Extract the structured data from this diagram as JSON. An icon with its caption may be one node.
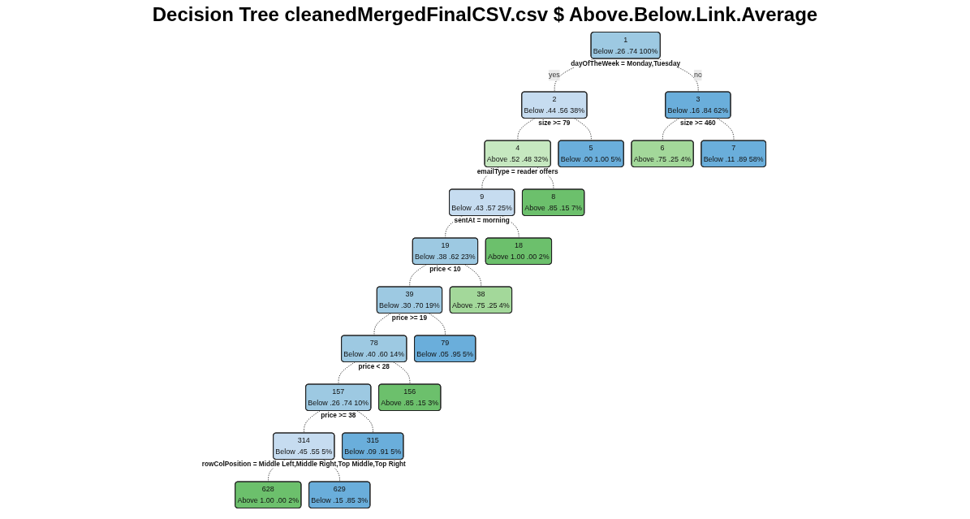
{
  "diagram": {
    "title": "Decision Tree cleanedMergedFinalCSV.csv $ Above.Below.Link.Average",
    "nodes": [
      {
        "text": [
          "1",
          "Below .26 .74 100%"
        ],
        "beside": [
          "dayOfTheWeek = Monday,Tuesday"
        ]
      },
      {
        "text": [
          "2",
          "Below .44 .56 38%"
        ],
        "beside": [
          "size >= 79"
        ]
      },
      {
        "text": [
          "3",
          "Below .16 .84 62%"
        ],
        "beside": [
          "size >= 460"
        ]
      },
      {
        "text": [
          "4",
          "Above .52 .48 32%"
        ],
        "beside": [
          "emailType = reader offers"
        ]
      },
      {
        "text": [
          "9",
          "Below .43 .57 25%"
        ],
        "beside": [
          "sentAt = morning"
        ]
      },
      {
        "text": [
          "19",
          "Below .38 .62 23%"
        ],
        "beside": [
          "price < 10"
        ]
      },
      {
        "text": [
          "39",
          "Below .30 .70 19%"
        ],
        "beside": [
          "price >= 19"
        ]
      },
      {
        "text": [
          "78",
          "Below .40 .60 14%"
        ],
        "beside": [
          "price < 28"
        ]
      },
      {
        "text": [
          "157",
          "Below .26 .74 10%"
        ],
        "beside": [
          "price >= 38"
        ]
      },
      {
        "text": [
          "314",
          "Below .45 .55 5%"
        ],
        "beside": [
          "rowColPosition = Middle Left,Middle Right,Top Middle,Top Right"
        ]
      },
      {
        "text": [
          "8",
          "Above .85 .15 7%"
        ]
      },
      {
        "text": [
          "18",
          "Above 1.00 .00 2%"
        ]
      },
      {
        "text": [
          "38",
          "Above .75 .25 4%"
        ]
      },
      {
        "text": [
          "156",
          "Above .85 .15 3%"
        ]
      },
      {
        "text": [
          "628",
          "Above 1.00 .00 2%"
        ]
      },
      {
        "text": [
          "629",
          "Below .15 .85 3%"
        ]
      },
      {
        "text": [
          "315",
          "Below .09 .91 5%"
        ]
      },
      {
        "text": [
          "79",
          "Below .05 .95 5%"
        ]
      },
      {
        "text": [
          "5",
          "Below .00 1.00 5%"
        ]
      },
      {
        "text": [
          "6",
          "Above .75 .25 4%"
        ]
      },
      {
        "text": [
          "7",
          "Below .11 .89 58%"
        ]
      }
    ],
    "edges": [
      {
        "from": 0,
        "to": 1,
        "arrow": "none",
        "label": "yes"
      },
      {
        "from": 0,
        "to": 2,
        "arrow": "none",
        "label": "no"
      },
      {
        "from": 1,
        "to": 3,
        "arrow": "none"
      },
      {
        "from": 1,
        "to": 18,
        "arrow": "none"
      },
      {
        "from": 2,
        "to": 19,
        "arrow": "none"
      },
      {
        "from": 2,
        "to": 20,
        "arrow": "none"
      },
      {
        "from": 3,
        "to": 10,
        "arrow": "none"
      },
      {
        "from": 3,
        "to": 4,
        "arrow": "none"
      },
      {
        "from": 4,
        "to": 11,
        "arrow": "none"
      },
      {
        "from": 4,
        "to": 5,
        "arrow": "none"
      },
      {
        "from": 5,
        "to": 12,
        "arrow": "none"
      },
      {
        "from": 5,
        "to": 6,
        "arrow": "none"
      },
      {
        "from": 6,
        "to": 7,
        "arrow": "none"
      },
      {
        "from": 6,
        "to": 17,
        "arrow": "none"
      },
      {
        "from": 7,
        "to": 13,
        "arrow": "none"
      },
      {
        "from": 7,
        "to": 8,
        "arrow": "none"
      },
      {
        "from": 8,
        "to": 9,
        "arrow": "none"
      },
      {
        "from": 8,
        "to": 16,
        "arrow": "none"
      },
      {
        "from": 9,
        "to": 14,
        "arrow": "none"
      },
      {
        "from": 9,
        "to": 15,
        "arrow": "none"
      }
    ]
  }
}
